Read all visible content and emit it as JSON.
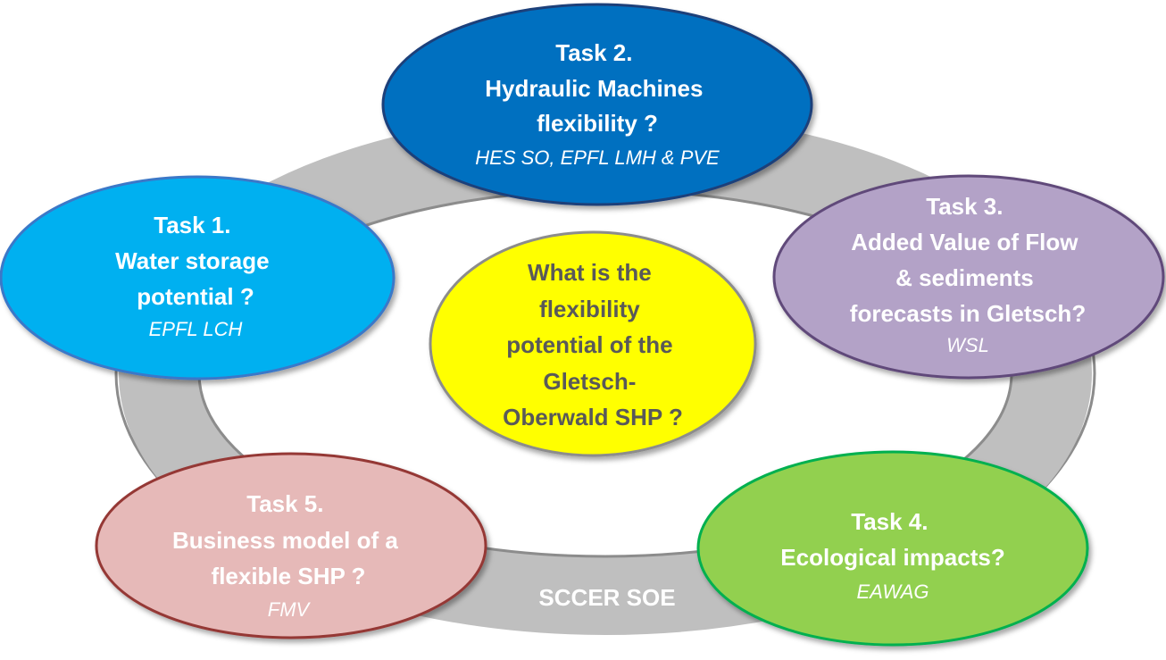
{
  "ring_label": "SCCER SOE",
  "center": {
    "lines": [
      "What is the",
      "flexibility",
      "potential of the",
      "Gletsch-",
      "Oberwald SHP  ?"
    ],
    "fill": "#ffff00",
    "stroke": "#8c8c8c",
    "text_color": "#595959"
  },
  "tasks": [
    {
      "id": "task-1",
      "lines": [
        "Task 1.",
        "Water storage",
        "potential ?"
      ],
      "org": "EPFL LCH",
      "fill": "#00b0f0",
      "stroke": "#3a78c8",
      "text_color": "#ffffff",
      "org_color": "#ffffff"
    },
    {
      "id": "task-2",
      "lines": [
        "Task 2.",
        "Hydraulic  Machines",
        "flexibility ?"
      ],
      "org": "HES SO, EPFL LMH & PVE",
      "fill": "#0070c0",
      "stroke": "#1f3f7a",
      "text_color": "#ffffff",
      "org_color": "#ffffff"
    },
    {
      "id": "task-3",
      "lines": [
        "Task 3.",
        "Added Value of Flow",
        "& sediments",
        "forecasts in Gletsch?"
      ],
      "org": "WSL",
      "fill": "#b3a2c7",
      "stroke": "#60497a",
      "text_color": "#ffffff",
      "org_color": "#ffffff"
    },
    {
      "id": "task-4",
      "lines": [
        "Task 4.",
        "Ecological impacts?"
      ],
      "org": "EAWAG",
      "fill": "#92d050",
      "stroke": "#00b050",
      "text_color": "#ffffff",
      "org_color": "#ffffff"
    },
    {
      "id": "task-5",
      "lines": [
        "Task 5.",
        "Business model of a",
        "flexible SHP  ?"
      ],
      "org": "FMV",
      "fill": "#e6b9b8",
      "stroke": "#953735",
      "text_color": "#ffffff",
      "org_color": "#ffffff"
    }
  ],
  "colors": {
    "ring_fill": "#bfbfbf",
    "ring_stroke": "#8c8c8c",
    "ring_label": "#ffffff"
  }
}
